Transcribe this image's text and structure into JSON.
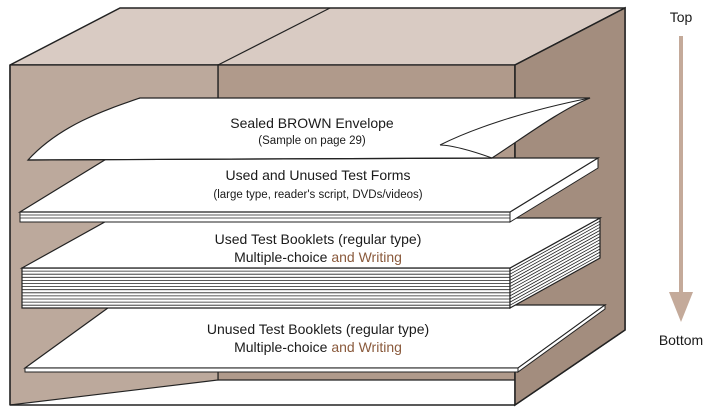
{
  "colors": {
    "box_back": "#bca99c",
    "box_top": "#d9cbc3",
    "box_front": "#a38d7e",
    "outline": "#222222",
    "arrow": "#c4aa9a",
    "highlight": "#8a5a3c"
  },
  "layers": [
    {
      "title": "Sealed BROWN Envelope",
      "note": "(Sample on page 29)"
    },
    {
      "title": "Used and Unused Test Forms",
      "note": "(large type, reader's script, DVDs/videos)"
    },
    {
      "title": "Used Test Booklets (regular type)",
      "line2_plain": "Multiple-choice ",
      "line2_highlight": "and Writing"
    },
    {
      "title": "Unused Test Booklets (regular type)",
      "line2_plain": "Multiple-choice ",
      "line2_highlight": "and Writing"
    }
  ],
  "order": {
    "top_label": "Top",
    "bottom_label": "Bottom"
  }
}
